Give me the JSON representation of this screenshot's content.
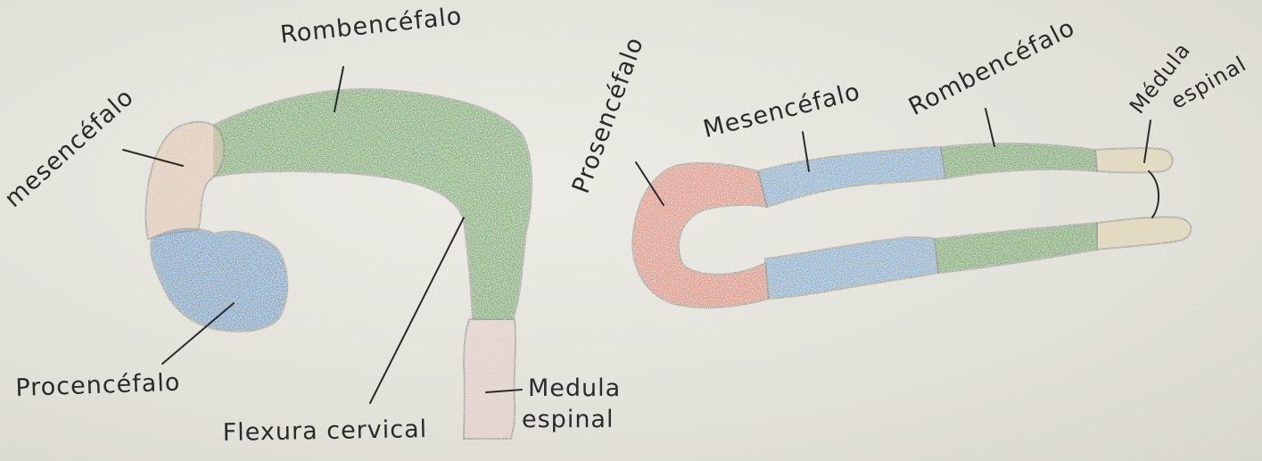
{
  "colors": {
    "paper": "#e3e3dc",
    "prosencephalon_left": "#5a8fc4",
    "mesencephalon_left": "#e3c2a8",
    "rhombencephalon": "#5d9a55",
    "spinal_cord_left": "#e6c9c6",
    "prosencephalon_right": "#e07866",
    "mesencephalon_right": "#6a9fcf",
    "spinal_cord_right": "#e3d2a3",
    "outline": "#8a8a86"
  },
  "left_diagram": {
    "rhombencephalon": "Rombencéfalo",
    "mesencephalon": "mesencéfalo",
    "prosencephalon": "Procencéfalo",
    "flexure": "Flexura cervical",
    "spinal_cord_line1": "Medula",
    "spinal_cord_line2": "espinal"
  },
  "right_diagram": {
    "prosencephalon": "Prosencéfalo",
    "mesencephalon": "Mesencéfalo",
    "rhombencephalon": "Rombencéfalo",
    "spinal_cord_line1": "Médula",
    "spinal_cord_line2": "espinal"
  }
}
